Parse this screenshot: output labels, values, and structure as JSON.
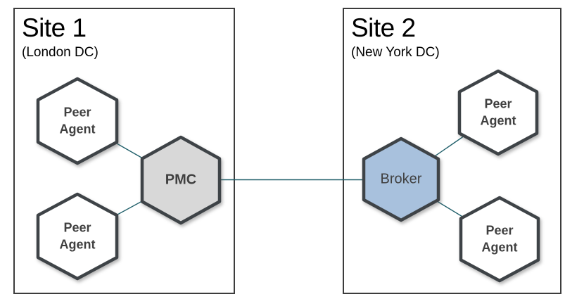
{
  "site1": {
    "title": "Site 1",
    "subtitle": "(London DC)"
  },
  "site2": {
    "title": "Site 2",
    "subtitle": "(New York DC)"
  },
  "nodes": {
    "peer_agent_1": {
      "label": "Peer Agent",
      "site": "Site 1"
    },
    "peer_agent_2": {
      "label": "Peer Agent",
      "site": "Site 1"
    },
    "pmc": {
      "label": "PMC",
      "site": "Site 1"
    },
    "broker": {
      "label": "Broker",
      "site": "Site 2"
    },
    "peer_agent_3": {
      "label": "Peer Agent",
      "site": "Site 2"
    },
    "peer_agent_4": {
      "label": "Peer Agent",
      "site": "Site 2"
    }
  },
  "edges": [
    {
      "from": "peer_agent_1",
      "to": "pmc"
    },
    {
      "from": "peer_agent_2",
      "to": "pmc"
    },
    {
      "from": "pmc",
      "to": "broker"
    },
    {
      "from": "broker",
      "to": "peer_agent_3"
    },
    {
      "from": "broker",
      "to": "peer_agent_4"
    }
  ],
  "colors": {
    "peer_fill": "#ffffff",
    "pmc_fill": "#d8d8d8",
    "broker_fill": "#a8c1dd",
    "hexagon_border": "#3e4347",
    "connector": "#205f6a",
    "box_border": "#3c3c3c",
    "label_text": "#404040"
  }
}
